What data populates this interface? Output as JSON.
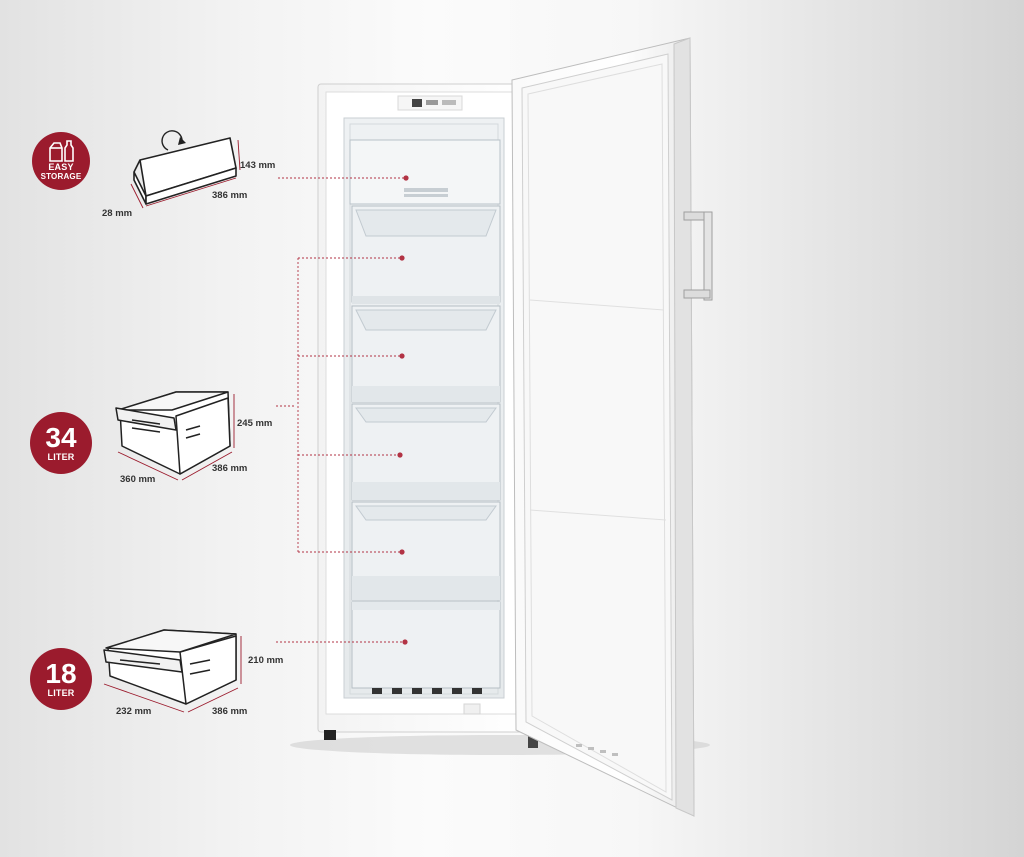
{
  "badges": {
    "easy_storage": {
      "line1": "EASY",
      "line2": "STORAGE",
      "accent": "#9b1b2d"
    },
    "liter34": {
      "number": "34",
      "unit": "LITER"
    },
    "liter18": {
      "number": "18",
      "unit": "LITER"
    }
  },
  "dimensions": {
    "shelf": {
      "height": "143 mm",
      "depth": "386 mm",
      "width": "28 mm"
    },
    "drawer_large": {
      "height": "245 mm",
      "depth": "386 mm",
      "width": "360 mm"
    },
    "drawer_small": {
      "height": "210 mm",
      "depth": "386 mm",
      "width": "232 mm"
    }
  },
  "colors": {
    "accent": "#9b1b2d",
    "leader": "#b23344"
  },
  "icons": [
    "milk-carton-icon",
    "bottle-icon",
    "rotate-arrow-icon"
  ]
}
